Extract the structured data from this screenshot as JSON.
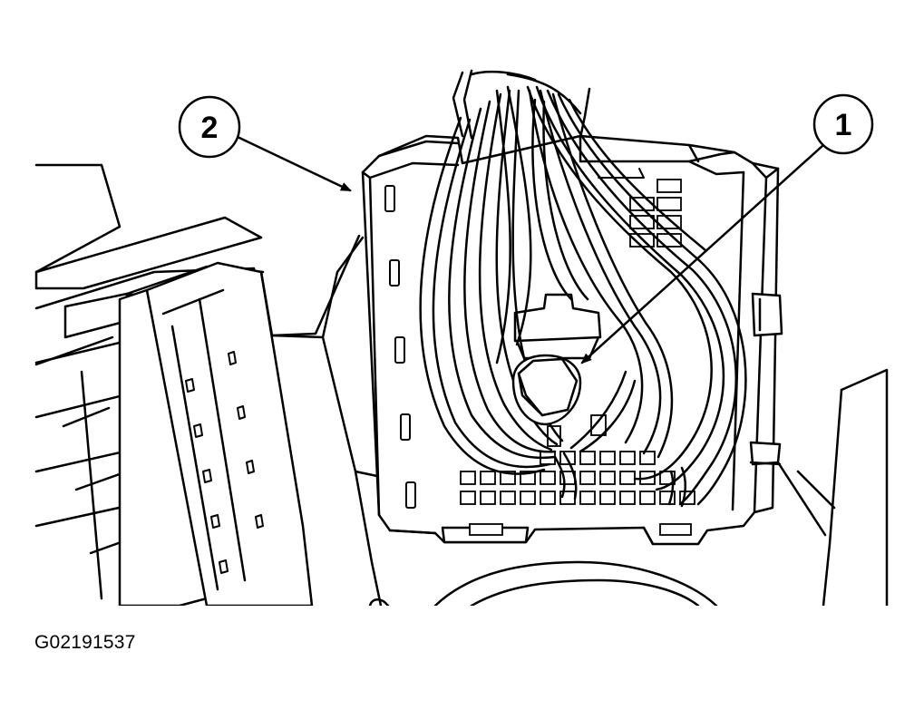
{
  "callouts": [
    {
      "label": "1",
      "target": "connector-bolt"
    },
    {
      "label": "2",
      "target": "connector-housing"
    }
  ],
  "figure_id": "G02191537"
}
